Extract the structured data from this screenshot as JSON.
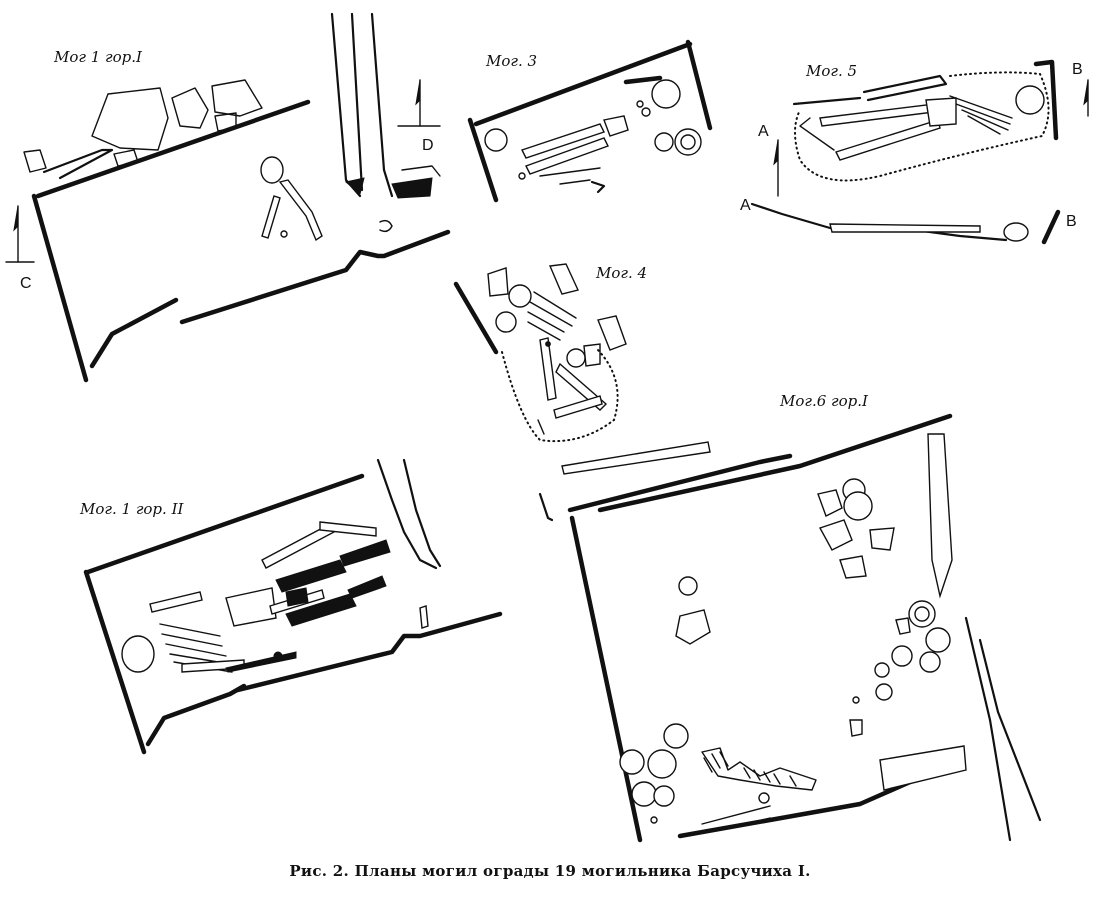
{
  "labels": {
    "mog1_gor1": "Мог 1   гор.I",
    "mog1_gor2": "Мог. 1  гор. II",
    "mog3": "Мог. 3",
    "mog4": "Мог. 4",
    "mog5": "Мог. 5",
    "mog6": "Мог.6  гор.I"
  },
  "section_marks": {
    "c": "C",
    "d": "D",
    "a_left": "A",
    "a_bottom": "A",
    "b_top": "B",
    "b_bottom": "B"
  },
  "caption": "Рис. 2. Планы могил ограды 19 могильника Барсучиха I."
}
